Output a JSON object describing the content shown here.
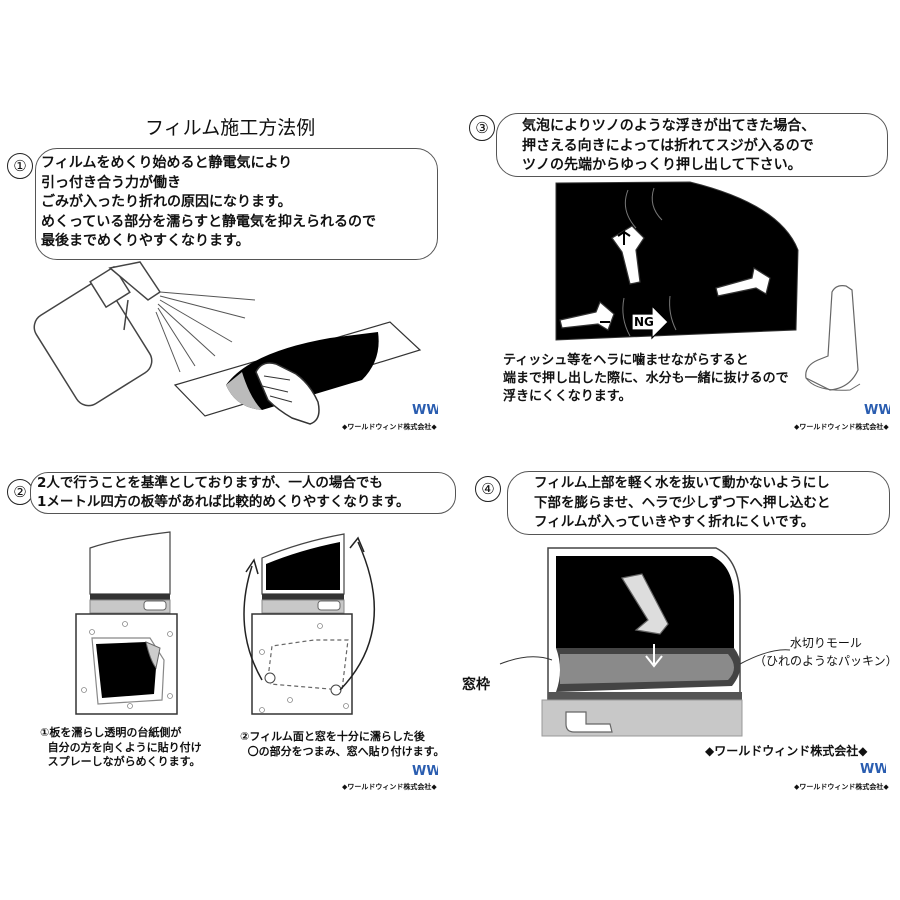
{
  "page_title": "フィルム施工方法例",
  "steps": {
    "s1": {
      "number": "①",
      "text": "フィルムをめくり始めると静電気により\n引っ付き合う力が働き\nごみが入ったり折れの原因になります。\nめくっている部分を濡らすと静電気を抑えられるので\n最後までめくりやすくなります。"
    },
    "s2": {
      "number": "②",
      "text": "2人で行うことを基準としておりますが、一人の場合でも\n1メートル四方の板等があれば比較的めくりやすくなります。",
      "caption_left": "①板を濡らし透明の台紙側が\n  自分の方を向くように貼り付け\n  スプレーしながらめくります。",
      "caption_right": "②フィルム面と窓を十分に濡らした後\n  〇の部分をつまみ、窓へ貼り付けます。"
    },
    "s3": {
      "number": "③",
      "text": "気泡によりツノのような浮きが出てきた場合、\n押さえる向きによっては折れてスジが入るので\nツノの先端からゆっくり押し出して下さい。",
      "ng_label": "NG",
      "caption": "ティッシュ等をヘラに噛ませながらすると\n端まで押し出した際に、水分も一緒に抜けるので\n浮きにくくなります。"
    },
    "s4": {
      "number": "④",
      "text": "フィルム上部を軽く水を抜いて動かないようにし\n下部を膨らませ、ヘラで少しずつ下へ押し込むと\nフィルムが入っていきやすく折れにくいです。",
      "label_molding": "水切りモール\n（ひれのようなパッキン）",
      "label_frame": "窓枠",
      "company_large": "◆ワールドウィンド株式会社◆"
    }
  },
  "company_small": "◆ワールドウィンド株式会社◆",
  "logo_text": "WW",
  "colors": {
    "film": "#000000",
    "line": "#555555",
    "frame": "#c8c8c8"
  }
}
